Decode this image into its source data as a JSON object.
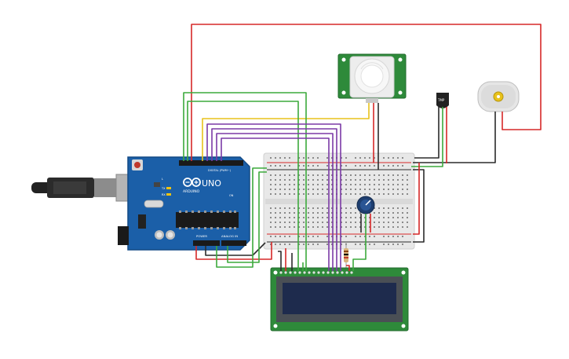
{
  "board": {
    "brand": "ARDUINO",
    "model": "UNO",
    "digital_label": "DIGITAL (PWM~)",
    "power_label": "POWER",
    "analog_label": "ANALOG IN",
    "tx_label": "TX",
    "rx_label": "RX",
    "l_label": "L",
    "on_label": "ON"
  },
  "temp_sensor": {
    "label": "TMP"
  },
  "colors": {
    "wire_red": "#d62828",
    "wire_black": "#2b2b2b",
    "wire_green": "#3caa3c",
    "wire_yellow": "#e8c21b",
    "wire_purple": "#7b3aa6",
    "board_blue": "#1b5fa8",
    "pcb_green": "#2e8a3a",
    "lcd_screen": "#1e2b4d"
  }
}
